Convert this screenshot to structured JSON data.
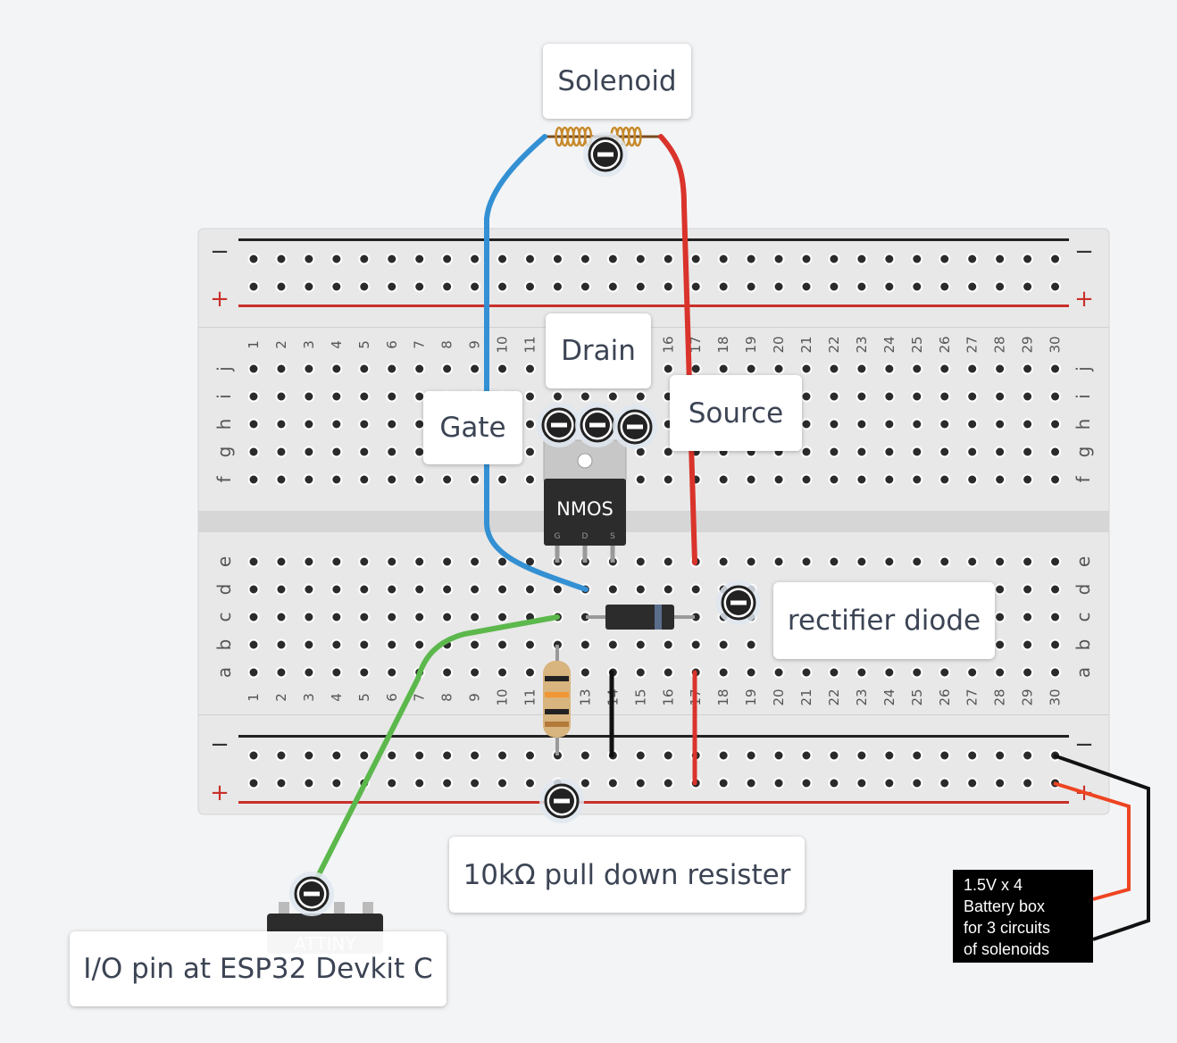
{
  "colors": {
    "wire_blue": "#3390d3",
    "wire_red": "#d9332b",
    "wire_green": "#5cb84c",
    "wire_black": "#111111",
    "battery_red": "#ee4422",
    "rail_red": "#c8302a",
    "rail_black": "#222222",
    "breadboard": "#e6e6e6"
  },
  "breadboard": {
    "columns": [
      "1",
      "2",
      "3",
      "4",
      "5",
      "6",
      "7",
      "8",
      "9",
      "10",
      "11",
      "12",
      "13",
      "14",
      "15",
      "16",
      "17",
      "18",
      "19",
      "20",
      "21",
      "22",
      "23",
      "24",
      "25",
      "26",
      "27",
      "28",
      "29",
      "30"
    ],
    "rows_top": [
      "j",
      "i",
      "h",
      "g",
      "f"
    ],
    "rows_bottom": [
      "e",
      "d",
      "c",
      "b",
      "a"
    ],
    "rail_minus": "−",
    "rail_plus": "+"
  },
  "components": {
    "transistor": {
      "label": "NMOS",
      "pins": [
        "G",
        "D",
        "S"
      ]
    },
    "microcontroller": {
      "label": "ATTINY"
    },
    "minus_marker": "−"
  },
  "callouts": {
    "solenoid": "Solenoid",
    "drain": "Drain",
    "gate": "Gate",
    "source": "Source",
    "diode": "rectifier diode",
    "resistor": "10kΩ pull down resister",
    "io_pin": "I/O pin at ESP32 Devkit C"
  },
  "battery_note": {
    "lines": [
      "1.5V x 4",
      "Battery box",
      "for 3 circuits",
      "of solenoids"
    ]
  }
}
